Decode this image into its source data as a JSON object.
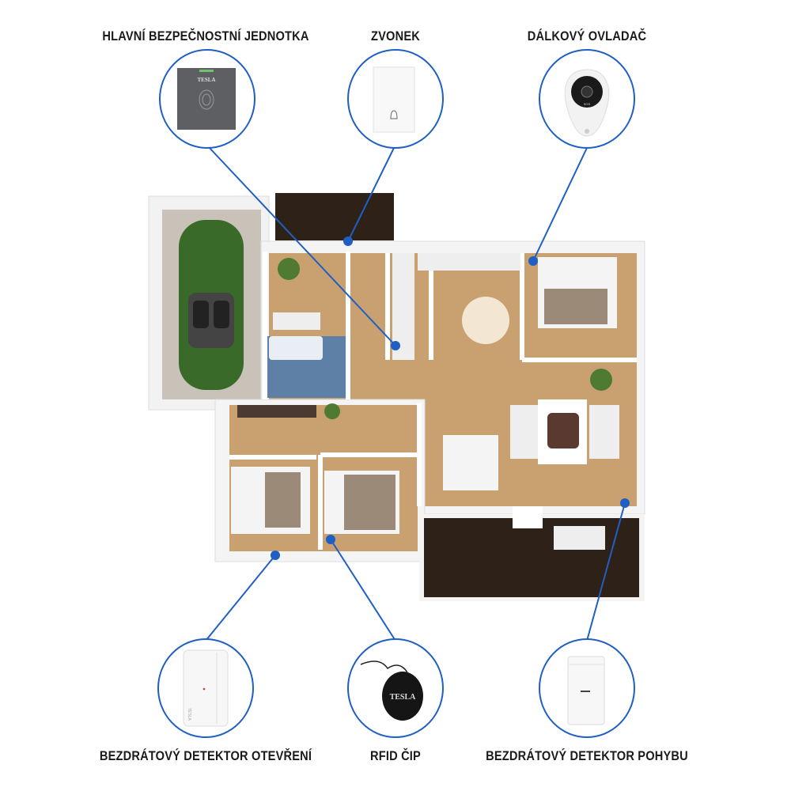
{
  "devices": [
    {
      "label": "HLAVNÍ BEZPEČNOSTNÍ JEDNOTKA",
      "logo": "TESLA"
    },
    {
      "label": "ZVONEK"
    },
    {
      "label": "DÁLKOVÝ OVLADAČ",
      "button_text": "SOS"
    },
    {
      "label": "BEZDRÁTOVÝ DETEKTOR OTEVŘENÍ",
      "logo": "TESLA"
    },
    {
      "label": "RFID ČIP",
      "logo": "TESLA"
    },
    {
      "label": "BEZDRÁTOVÝ DETEKTOR POHYBU"
    }
  ],
  "colors": {
    "accent": "#1f5fc4",
    "floor": "#c9a070",
    "wall": "#ffffff",
    "terrace": "#2e2118",
    "car": "#3a6a2a"
  }
}
